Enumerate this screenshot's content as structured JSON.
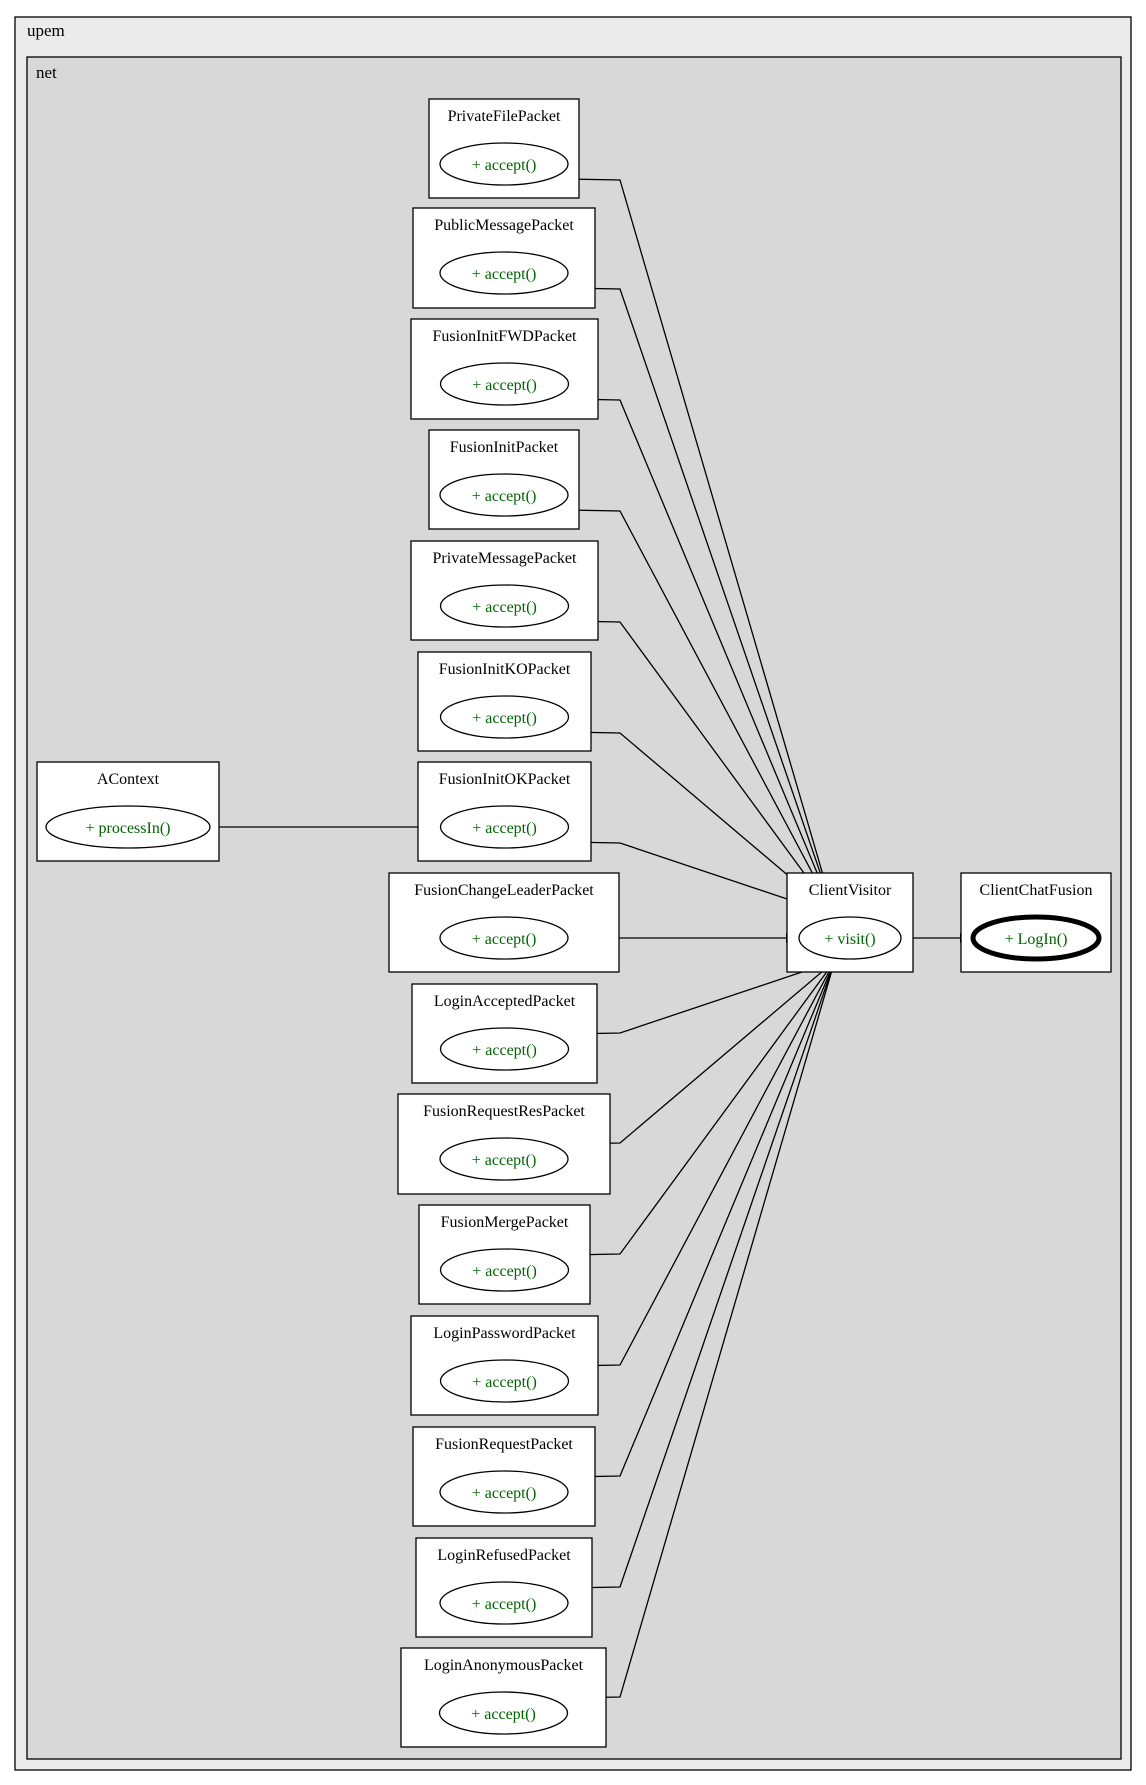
{
  "packages": {
    "outer": "upem",
    "inner": "net"
  },
  "classes": [
    {
      "key": "privatefile",
      "name": "PrivateFilePacket",
      "method": "+ accept()"
    },
    {
      "key": "publicmessage",
      "name": "PublicMessagePacket",
      "method": "+ accept()"
    },
    {
      "key": "fusioninitfwd",
      "name": "FusionInitFWDPacket",
      "method": "+ accept()"
    },
    {
      "key": "fusioninit",
      "name": "FusionInitPacket",
      "method": "+ accept()"
    },
    {
      "key": "privatemessage",
      "name": "PrivateMessagePacket",
      "method": "+ accept()"
    },
    {
      "key": "fusioninitko",
      "name": "FusionInitKOPacket",
      "method": "+ accept()"
    },
    {
      "key": "fusioninitok",
      "name": "FusionInitOKPacket",
      "method": "+ accept()"
    },
    {
      "key": "fusionchange",
      "name": "FusionChangeLeaderPacket",
      "method": "+ accept()"
    },
    {
      "key": "loginaccepted",
      "name": "LoginAcceptedPacket",
      "method": "+ accept()"
    },
    {
      "key": "fusionrequestres",
      "name": "FusionRequestResPacket",
      "method": "+ accept()"
    },
    {
      "key": "fusionmerge",
      "name": "FusionMergePacket",
      "method": "+ accept()"
    },
    {
      "key": "loginpassword",
      "name": "LoginPasswordPacket",
      "method": "+ accept()"
    },
    {
      "key": "fusionrequest",
      "name": "FusionRequestPacket",
      "method": "+ accept()"
    },
    {
      "key": "loginrefused",
      "name": "LoginRefusedPacket",
      "method": "+ accept()"
    },
    {
      "key": "loginanonymous",
      "name": "LoginAnonymousPacket",
      "method": "+ accept()"
    },
    {
      "key": "acontext",
      "name": "AContext",
      "method": "+ processIn()"
    },
    {
      "key": "clientvisitor",
      "name": "ClientVisitor",
      "method": "+ visit()"
    },
    {
      "key": "clientchatfusion",
      "name": "ClientChatFusion",
      "method": "+ LogIn()"
    }
  ],
  "edges": [
    {
      "from": "acontext",
      "to": "fusioninitok"
    },
    {
      "from": "privatefile",
      "to": "clientvisitor"
    },
    {
      "from": "publicmessage",
      "to": "clientvisitor"
    },
    {
      "from": "fusioninitfwd",
      "to": "clientvisitor"
    },
    {
      "from": "fusioninit",
      "to": "clientvisitor"
    },
    {
      "from": "privatemessage",
      "to": "clientvisitor"
    },
    {
      "from": "fusioninitko",
      "to": "clientvisitor"
    },
    {
      "from": "fusioninitok",
      "to": "clientvisitor"
    },
    {
      "from": "fusionchange",
      "to": "clientvisitor"
    },
    {
      "from": "loginaccepted",
      "to": "clientvisitor"
    },
    {
      "from": "fusionrequestres",
      "to": "clientvisitor"
    },
    {
      "from": "fusionmerge",
      "to": "clientvisitor"
    },
    {
      "from": "loginpassword",
      "to": "clientvisitor"
    },
    {
      "from": "fusionrequest",
      "to": "clientvisitor"
    },
    {
      "from": "loginrefused",
      "to": "clientvisitor"
    },
    {
      "from": "loginanonymous",
      "to": "clientvisitor"
    },
    {
      "from": "clientvisitor",
      "to": "clientchatfusion"
    }
  ],
  "highlighted": "clientchatfusion",
  "colors": {
    "outer_package_fill": "#ebebeb",
    "inner_package_fill": "#d8d8d8",
    "class_fill": "#ffffff",
    "method_text": "#006400",
    "stroke": "#000000"
  }
}
